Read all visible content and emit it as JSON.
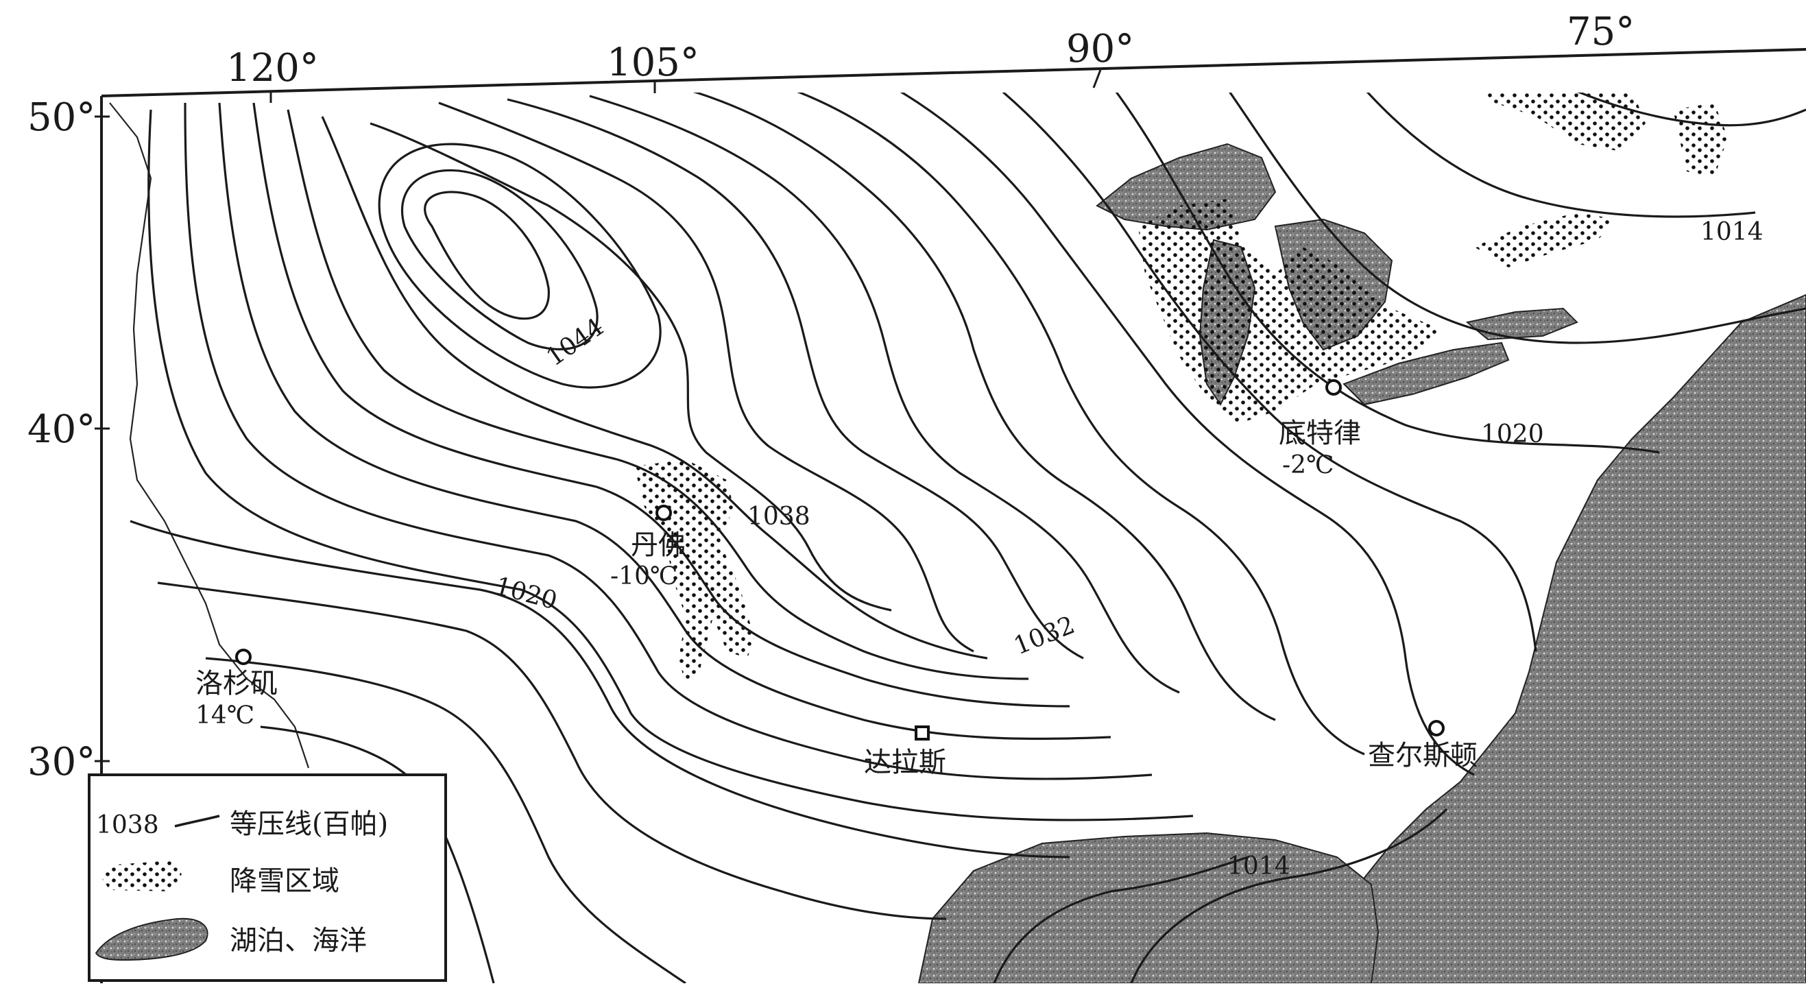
{
  "longitudes": [
    {
      "label": "120°"
    },
    {
      "label": "105°"
    },
    {
      "label": "90°"
    },
    {
      "label": "75°"
    }
  ],
  "latitudes": [
    {
      "label": "50°"
    },
    {
      "label": "40°"
    },
    {
      "label": "30°"
    }
  ],
  "cities": [
    {
      "id": "denver",
      "name": "丹佛",
      "temp": "-10℃"
    },
    {
      "id": "detroit",
      "name": "底特律",
      "temp": "-2℃"
    },
    {
      "id": "los-angeles",
      "name": "洛杉矶",
      "temp": "14℃"
    },
    {
      "id": "dallas",
      "name": "达拉斯",
      "temp": ""
    },
    {
      "id": "charleston",
      "name": "查尔斯顿",
      "temp": ""
    }
  ],
  "isobar_labels": [
    {
      "id": "iso-1044",
      "value": "1044"
    },
    {
      "id": "iso-1038",
      "value": "1038"
    },
    {
      "id": "iso-1032",
      "value": "1032"
    },
    {
      "id": "iso-1020-west",
      "value": "1020"
    },
    {
      "id": "iso-1020-east",
      "value": "1020"
    },
    {
      "id": "iso-1014",
      "value": "1014"
    },
    {
      "id": "iso-1014-gulf",
      "value": "1014"
    }
  ],
  "legend": {
    "isobar_sample": "1038",
    "isobar_text": "等压线(百帕)",
    "snow_text": "降雪区域",
    "water_text": "湖泊、海洋"
  },
  "colors": {
    "line": "#1a1a1a",
    "water": "#8a8a8a",
    "paper": "#ffffff"
  }
}
